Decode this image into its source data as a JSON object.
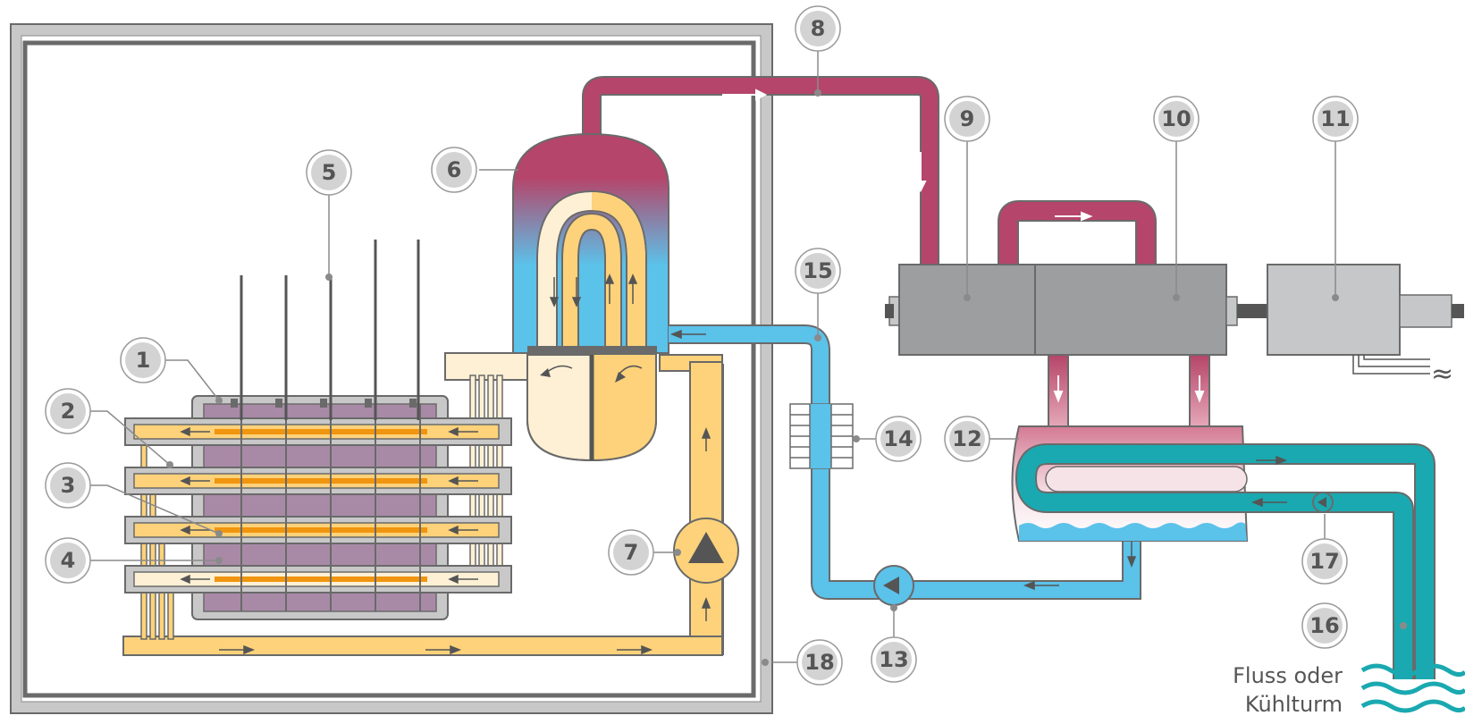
{
  "diagram": {
    "labels": [
      "1",
      "2",
      "3",
      "4",
      "5",
      "6",
      "7",
      "8",
      "9",
      "10",
      "11",
      "12",
      "13",
      "14",
      "15",
      "16",
      "17",
      "18"
    ],
    "river_text": [
      "Fluss oder",
      "Kühlturm"
    ],
    "tilde_symbol": "≈",
    "colors": {
      "hot_steam": "#b5456a",
      "cold_water": "#5bc2ea",
      "coolant": "#fdd27a",
      "coolant_light": "#fdf0d5",
      "moderator": "#a88aa6",
      "fuel": "#f0950f",
      "cooling_water": "#1aa9b0",
      "wall_gray": "#c8c8c9",
      "machine_dark": "#9d9e9f",
      "machine_light": "#c6c7c8",
      "outline": "#6a6a6a",
      "badge_fill": "#d3d3d4",
      "badge_text": "#555555"
    }
  }
}
